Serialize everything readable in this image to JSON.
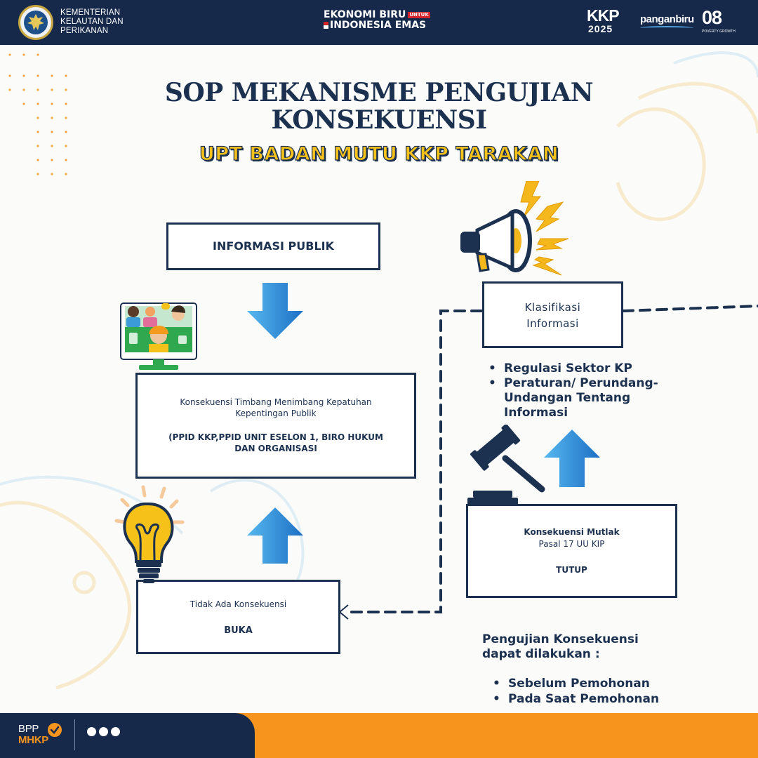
{
  "header": {
    "ministry_name_lines": [
      "KEMENTERIAN",
      "KELAUTAN DAN",
      "PERIKANAN"
    ],
    "ekonomi_line1": "EKONOMI BIRU",
    "ekonomi_untuk": "UNTUK",
    "ekonomi_line2": "INDONESIA EMAS",
    "kkp_text": "KKP",
    "kkp_year": "2025",
    "panganbiru": "panganbiru",
    "pg_number": "08",
    "pg_sub": "POVERTY  GROWTH"
  },
  "title": {
    "line1": "SOP MEKANISME PENGUJIAN",
    "line2": "KONSEKUENSI",
    "subtitle": "UPT BADAN MUTU KKP TARAKAN"
  },
  "flow": {
    "informasi_publik": "INFORMASI PUBLIK",
    "klasifikasi_line1": "Klasifikasi",
    "klasifikasi_line2": "Informasi",
    "timbang_line1": "Konsekuensi Timbang Menimbang Kepatuhan Kepentingan Publik",
    "timbang_line2": "(PPID KKP,PPID UNIT ESELON 1, BIRO HUKUM DAN ORGANISASI",
    "mutlak_line1": "Konsekuensi Mutlak",
    "mutlak_line2": "Pasal 17 UU KIP",
    "mutlak_status": "TUTUP",
    "tidak_ada": "Tidak Ada Konsekuensi",
    "buka": "BUKA"
  },
  "regulasi": {
    "items": [
      "Regulasi Sektor KP",
      "Peraturan/ Perundang-Undangan Tentang Informasi"
    ]
  },
  "pengujian": {
    "heading": "Pengujian Konsekuensi dapat dilakukan :",
    "items": [
      "Sebelum Pemohonan",
      "Pada Saat Pemohonan"
    ]
  },
  "footer": {
    "brand_line1": "BPP",
    "brand_line2": "MHKP"
  },
  "colors": {
    "navy": "#1c3150",
    "header_bg": "#17294b",
    "accent_yellow": "#f6c21a",
    "footer_orange": "#f7941d",
    "arrow_blue": "#2a8fd8"
  }
}
